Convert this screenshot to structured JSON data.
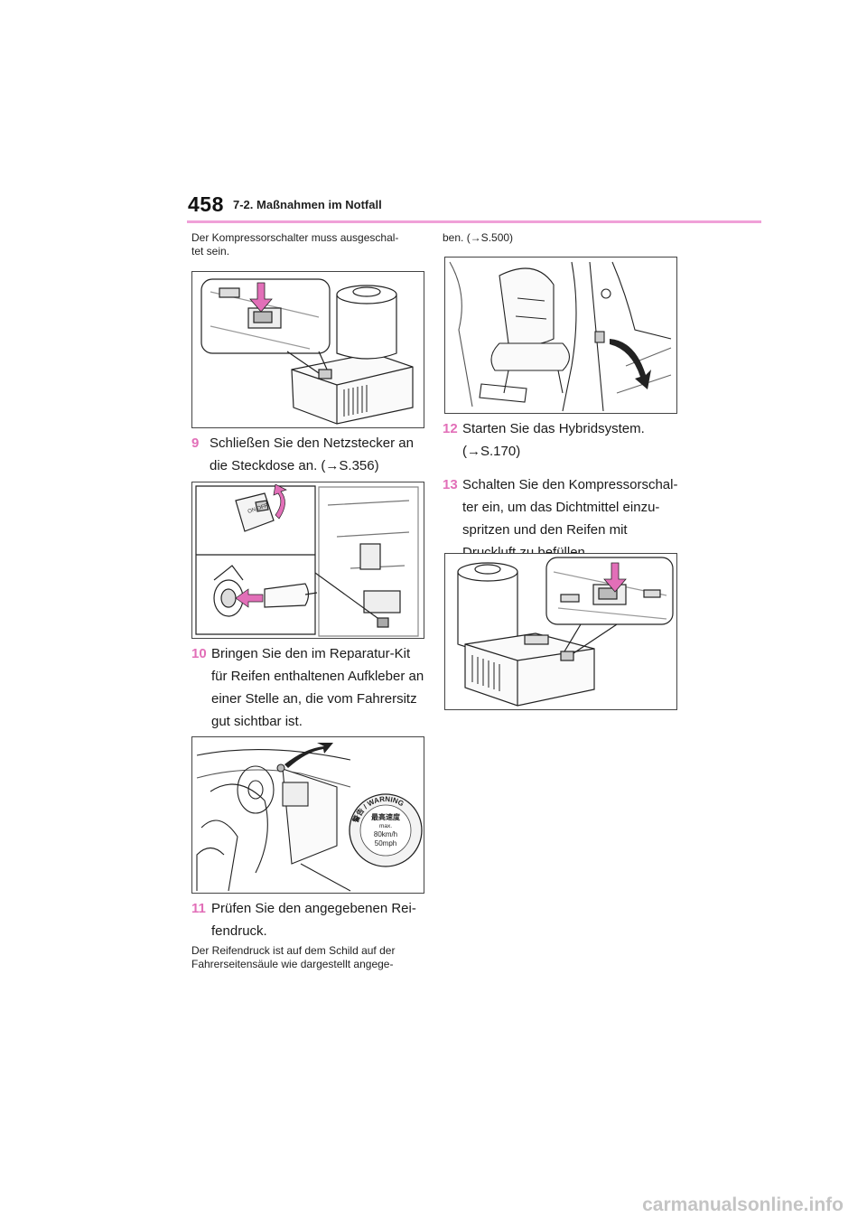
{
  "header": {
    "page_number": "458",
    "section_title": "7-2. Maßnahmen im Notfall"
  },
  "left_column": {
    "intro_note": [
      "Der Kompressorschalter muss ausgeschal-",
      "tet sein."
    ],
    "step_9": {
      "number": "9",
      "lines": [
        "Schließen Sie den Netzstecker an",
        "die Steckdose an. (→S.356)"
      ]
    },
    "step_10": {
      "number": "10",
      "lines": [
        "Bringen Sie den im Reparatur-Kit",
        "für Reifen enthaltenen Aufkleber an",
        "einer Stelle an, die vom Fahrersitz",
        "gut sichtbar ist."
      ]
    },
    "step_11": {
      "number": "11",
      "lines": [
        "Prüfen Sie den angegebenen Rei-",
        "fendruck."
      ]
    },
    "after_note": [
      "Der Reifendruck ist auf dem Schild auf der",
      "Fahrerseitensäule wie dargestellt angege-"
    ]
  },
  "right_column": {
    "continued_note": "ben. (→S.500)",
    "step_12": {
      "number": "12",
      "lines": [
        "Starten Sie das Hybridsystem.",
        "(→S.170)"
      ]
    },
    "step_13": {
      "number": "13",
      "lines": [
        "Schalten Sie den Kompressorschal-",
        "ter ein, um das Dichtmittel einzu-",
        "spritzen und den Reifen mit",
        "Druckluft zu befüllen."
      ]
    }
  },
  "figures": {
    "plug_cap_label": "ON OFF",
    "warning_label": {
      "ring_text": "警告 / WARNING",
      "line1": "最高速度",
      "line2": "max.",
      "speed1": "80km/h",
      "speed2": "50mph"
    }
  },
  "footer": {
    "watermark": "carmanualsonline.info"
  },
  "colors": {
    "accent_pink": "#e26fb8",
    "header_rule": "#f0a0d8"
  }
}
